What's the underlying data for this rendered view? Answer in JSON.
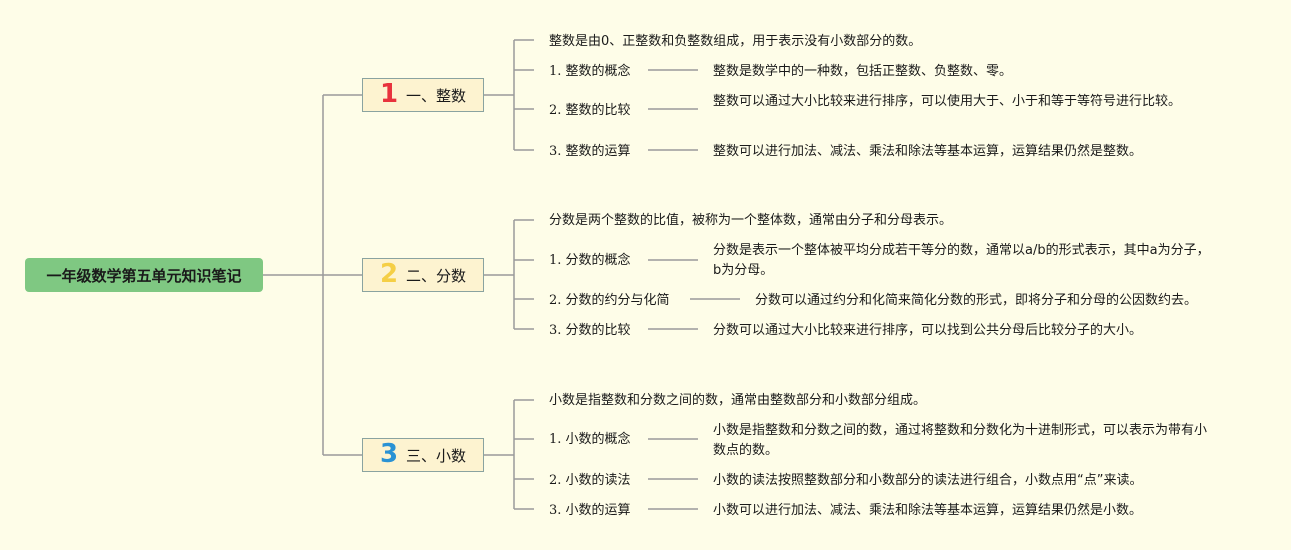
{
  "title": "一年级数学第五单元知识笔记",
  "theme": {
    "root_color": "#7fc882",
    "topic_bg": "#fdf3d0",
    "line_color": "#9a9a9a",
    "background": "#fefde8"
  },
  "topics": [
    {
      "number": "1",
      "number_color": "#e8323c",
      "label": "一、整数",
      "definition": "整数是由0、正整数和负整数组成，用于表示没有小数部分的数。",
      "subs": [
        {
          "label": "1. 整数的概念",
          "detail": "整数是数学中的一种数，包括正整数、负整数、零。"
        },
        {
          "label": "2. 整数的比较",
          "detail": "整数可以通过大小比较来进行排序，可以使用大于、小于和等于等符号进行比较。"
        },
        {
          "label": "3. 整数的运算",
          "detail": "整数可以进行加法、减法、乘法和除法等基本运算，运算结果仍然是整数。"
        }
      ]
    },
    {
      "number": "2",
      "number_color": "#f5cf45",
      "label": "二、分数",
      "definition": "分数是两个整数的比值，被称为一个整体数，通常由分子和分母表示。",
      "subs": [
        {
          "label": "1. 分数的概念",
          "detail": "分数是表示一个整体被平均分成若干等分的数，通常以a/b的形式表示，其中a为分子，b为分母。"
        },
        {
          "label": "2. 分数的约分与化简",
          "detail": "分数可以通过约分和化简来简化分数的形式，即将分子和分母的公因数约去。"
        },
        {
          "label": "3. 分数的比较",
          "detail": "分数可以通过大小比较来进行排序，可以找到公共分母后比较分子的大小。"
        }
      ]
    },
    {
      "number": "3",
      "number_color": "#2a92d4",
      "label": "三、小数",
      "definition": "小数是指整数和分数之间的数，通常由整数部分和小数部分组成。",
      "subs": [
        {
          "label": "1. 小数的概念",
          "detail": "小数是指整数和分数之间的数，通过将整数和分数化为十进制形式，可以表示为带有小数点的数。"
        },
        {
          "label": "2. 小数的读法",
          "detail": "小数的读法按照整数部分和小数部分的读法进行组合，小数点用“点”来读。"
        },
        {
          "label": "3. 小数的运算",
          "detail": "小数可以进行加法、减法、乘法和除法等基本运算，运算结果仍然是小数。"
        }
      ]
    }
  ]
}
